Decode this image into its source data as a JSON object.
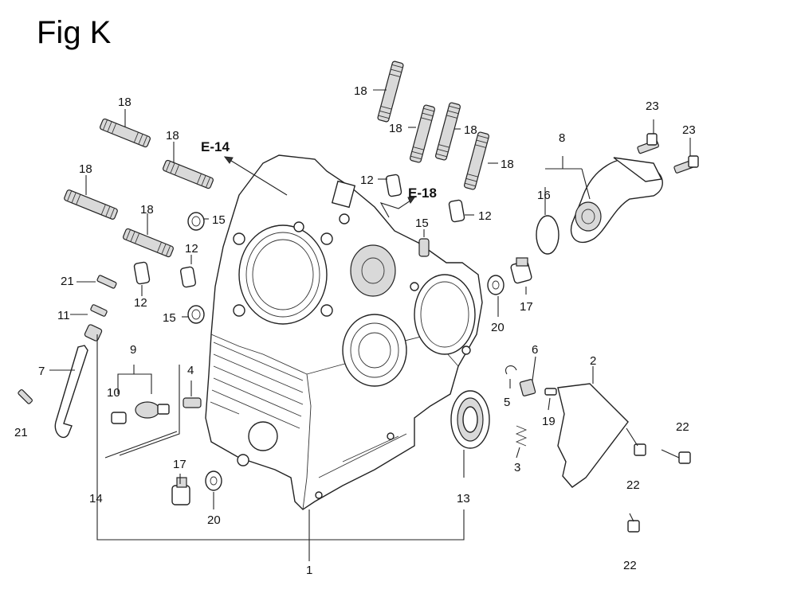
{
  "figure": {
    "title": "Fig K",
    "references": [
      "E-14",
      "E-18"
    ],
    "callouts": [
      "1",
      "2",
      "3",
      "4",
      "5",
      "6",
      "7",
      "8",
      "9",
      "10",
      "11",
      "12",
      "13",
      "14",
      "15",
      "16",
      "17",
      "18",
      "19",
      "20",
      "21",
      "22",
      "23"
    ]
  }
}
